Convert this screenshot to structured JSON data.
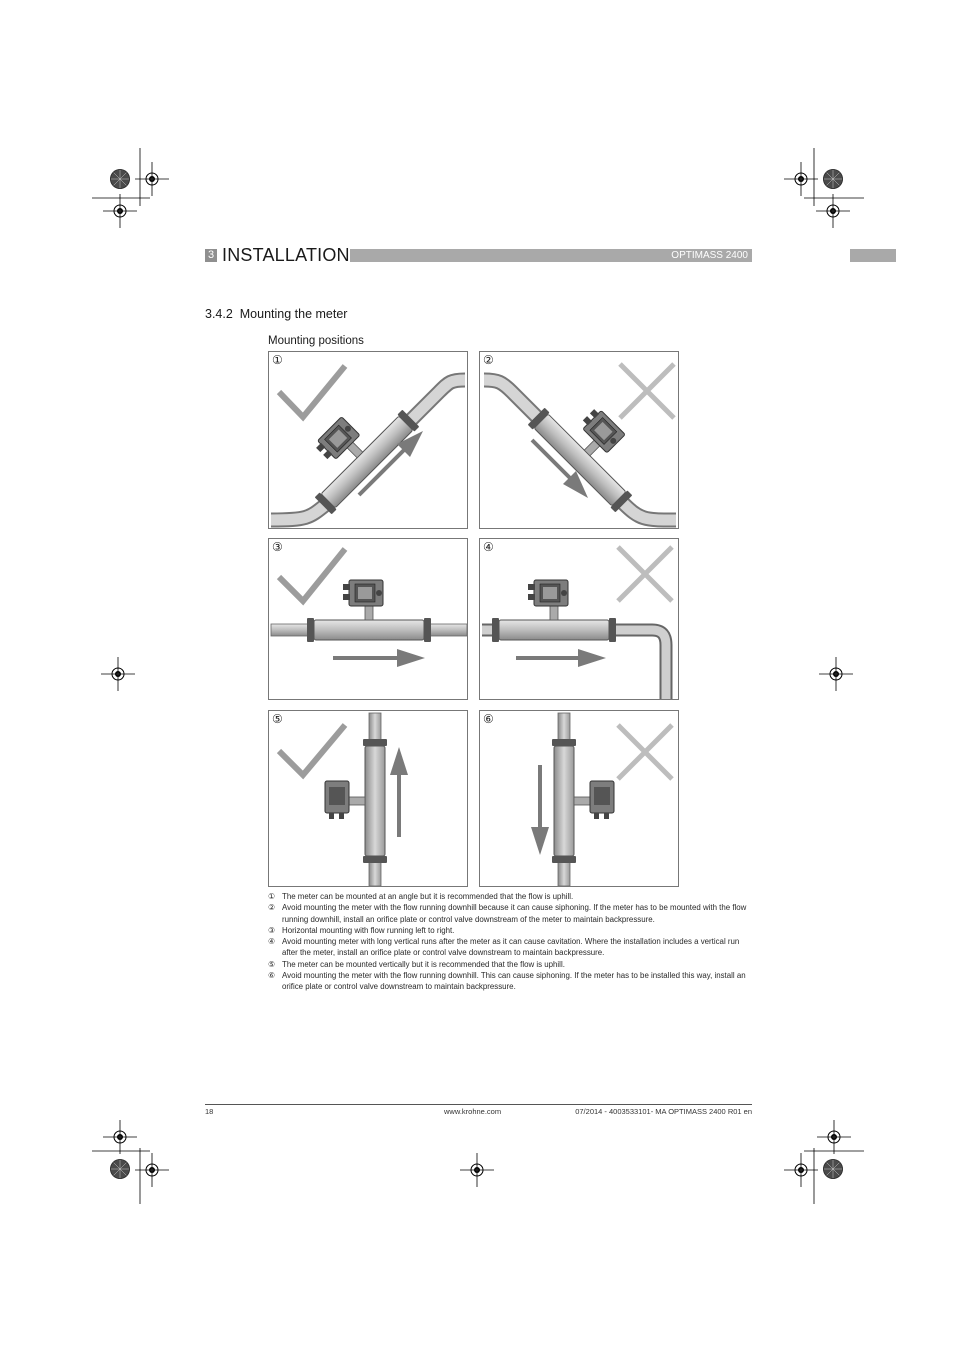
{
  "header": {
    "chapter_number": "3",
    "chapter_title": "INSTALLATION",
    "product": "OPTIMASS 2400"
  },
  "section": {
    "number": "3.4.2",
    "title": "Mounting the meter"
  },
  "subheading": "Mounting positions",
  "panels": [
    {
      "marker": "①",
      "status": "recommended",
      "mark_icon": "check-icon"
    },
    {
      "marker": "②",
      "status": "avoid",
      "mark_icon": "cross-icon"
    },
    {
      "marker": "③",
      "status": "recommended",
      "mark_icon": "check-icon"
    },
    {
      "marker": "④",
      "status": "avoid",
      "mark_icon": "cross-icon"
    },
    {
      "marker": "⑤",
      "status": "recommended",
      "mark_icon": "check-icon"
    },
    {
      "marker": "⑥",
      "status": "avoid",
      "mark_icon": "cross-icon"
    }
  ],
  "notes": [
    {
      "marker": "①",
      "text": "The meter can be mounted at an angle but it is recommended that the flow is uphill."
    },
    {
      "marker": "②",
      "text": "Avoid mounting the meter with the flow running downhill because it can cause siphoning. If the meter has to be mounted with the flow running downhill, install an orifice plate or control valve downstream of the meter to maintain backpressure."
    },
    {
      "marker": "③",
      "text": "Horizontal mounting with flow running left to right."
    },
    {
      "marker": "④",
      "text": "Avoid mounting meter with long vertical runs after the meter as it can cause cavitation. Where the installation includes a vertical run after the meter, install an orifice plate or control valve downstream to maintain backpressure."
    },
    {
      "marker": "⑤",
      "text": "The meter can be mounted vertically but it is recommended that the flow is uphill."
    },
    {
      "marker": "⑥",
      "text": "Avoid mounting the meter with the flow running downhill. This can cause siphoning. If the meter has to be installed this way, install an orifice plate or control valve downstream to maintain backpressure."
    }
  ],
  "footer": {
    "page_number": "18",
    "website": "www.krohne.com",
    "doc_ref": "07/2014 - 4003533101- MA OPTIMASS 2400 R01 en"
  },
  "colors": {
    "header_bar": "#a9a9a9",
    "check_mark": "#9c9c9c",
    "cross_mark": "#bdbdbd",
    "flow_arrow": "#7a7a7a"
  }
}
